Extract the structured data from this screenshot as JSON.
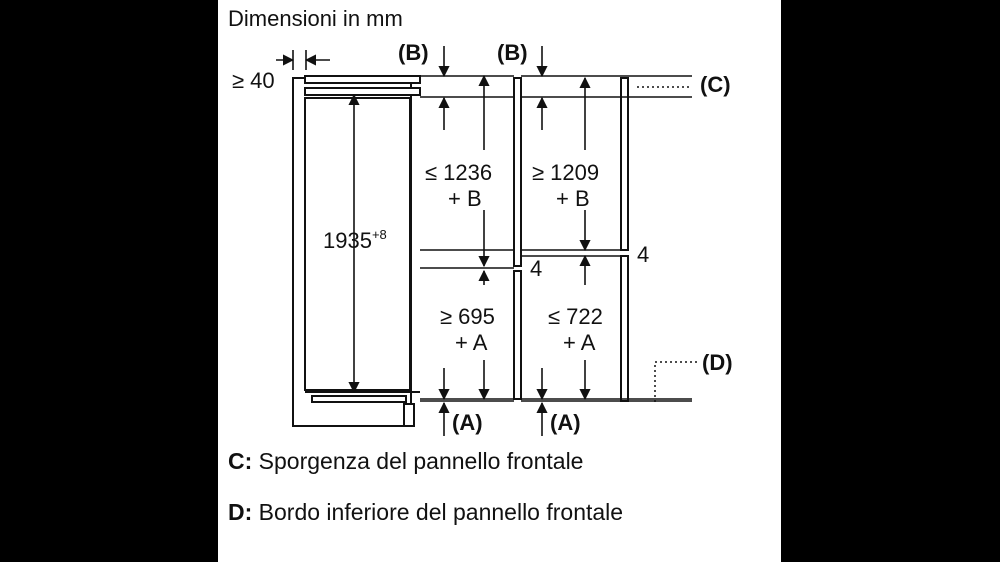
{
  "title": "Dimensioni in mm",
  "labels": {
    "gap_top": "≥ 40",
    "height_total": "1935",
    "height_total_tol": "+8",
    "upper_left_a": "≤ 1236",
    "upper_left_b": "+ B",
    "upper_right_a": "≥ 1209",
    "upper_right_b": "+ B",
    "lower_left_a": "≥ 695",
    "lower_left_b": "+ A",
    "lower_right_a": "≤ 722",
    "lower_right_b": "+ A",
    "gap_mid_left": "4",
    "gap_mid_right": "4",
    "marker_b": "(B)",
    "marker_a": "(A)",
    "marker_c": "(C)",
    "marker_d": "(D)"
  },
  "legend": [
    {
      "key": "C:",
      "text": "Sporgenza del pannello frontale"
    },
    {
      "key": "D:",
      "text": "Bordo inferiore del pannello frontale"
    }
  ],
  "colors": {
    "line": "#111111",
    "fill": "#ffffff",
    "background": "#000000"
  }
}
